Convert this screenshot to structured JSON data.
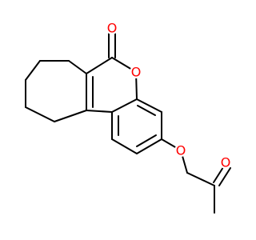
{
  "molecule": {
    "atoms": [
      {
        "id": "o_carbonyl",
        "symbol": "O",
        "color": "#ff0000"
      },
      {
        "id": "o_ring",
        "symbol": "O",
        "color": "#ff0000"
      },
      {
        "id": "o_ether",
        "symbol": "O",
        "color": "#ff0000"
      },
      {
        "id": "o_ketone",
        "symbol": "O",
        "color": "#ff0000"
      }
    ],
    "bond_color": "#000000",
    "background": "#ffffff"
  }
}
